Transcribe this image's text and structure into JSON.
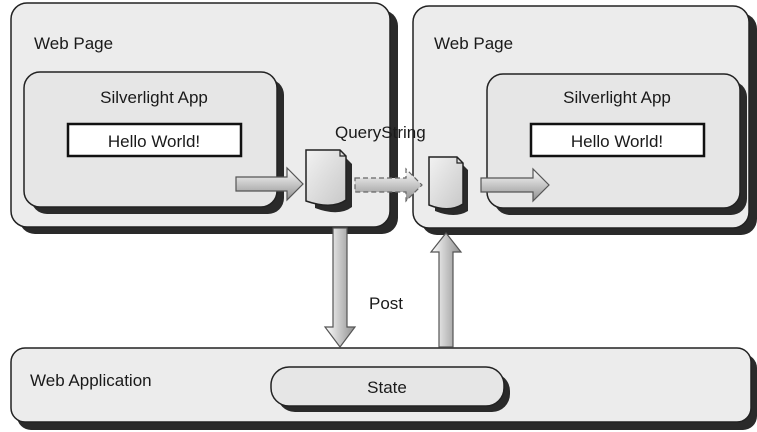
{
  "left_page": {
    "title": "Web Page",
    "app_title": "Silverlight App",
    "app_text": "Hello World!"
  },
  "right_page": {
    "title": "Web Page",
    "app_title": "Silverlight App",
    "app_text": "Hello World!"
  },
  "labels": {
    "query_string": "QueryString",
    "post": "Post"
  },
  "web_application": {
    "title": "Web Application",
    "state": "State"
  }
}
